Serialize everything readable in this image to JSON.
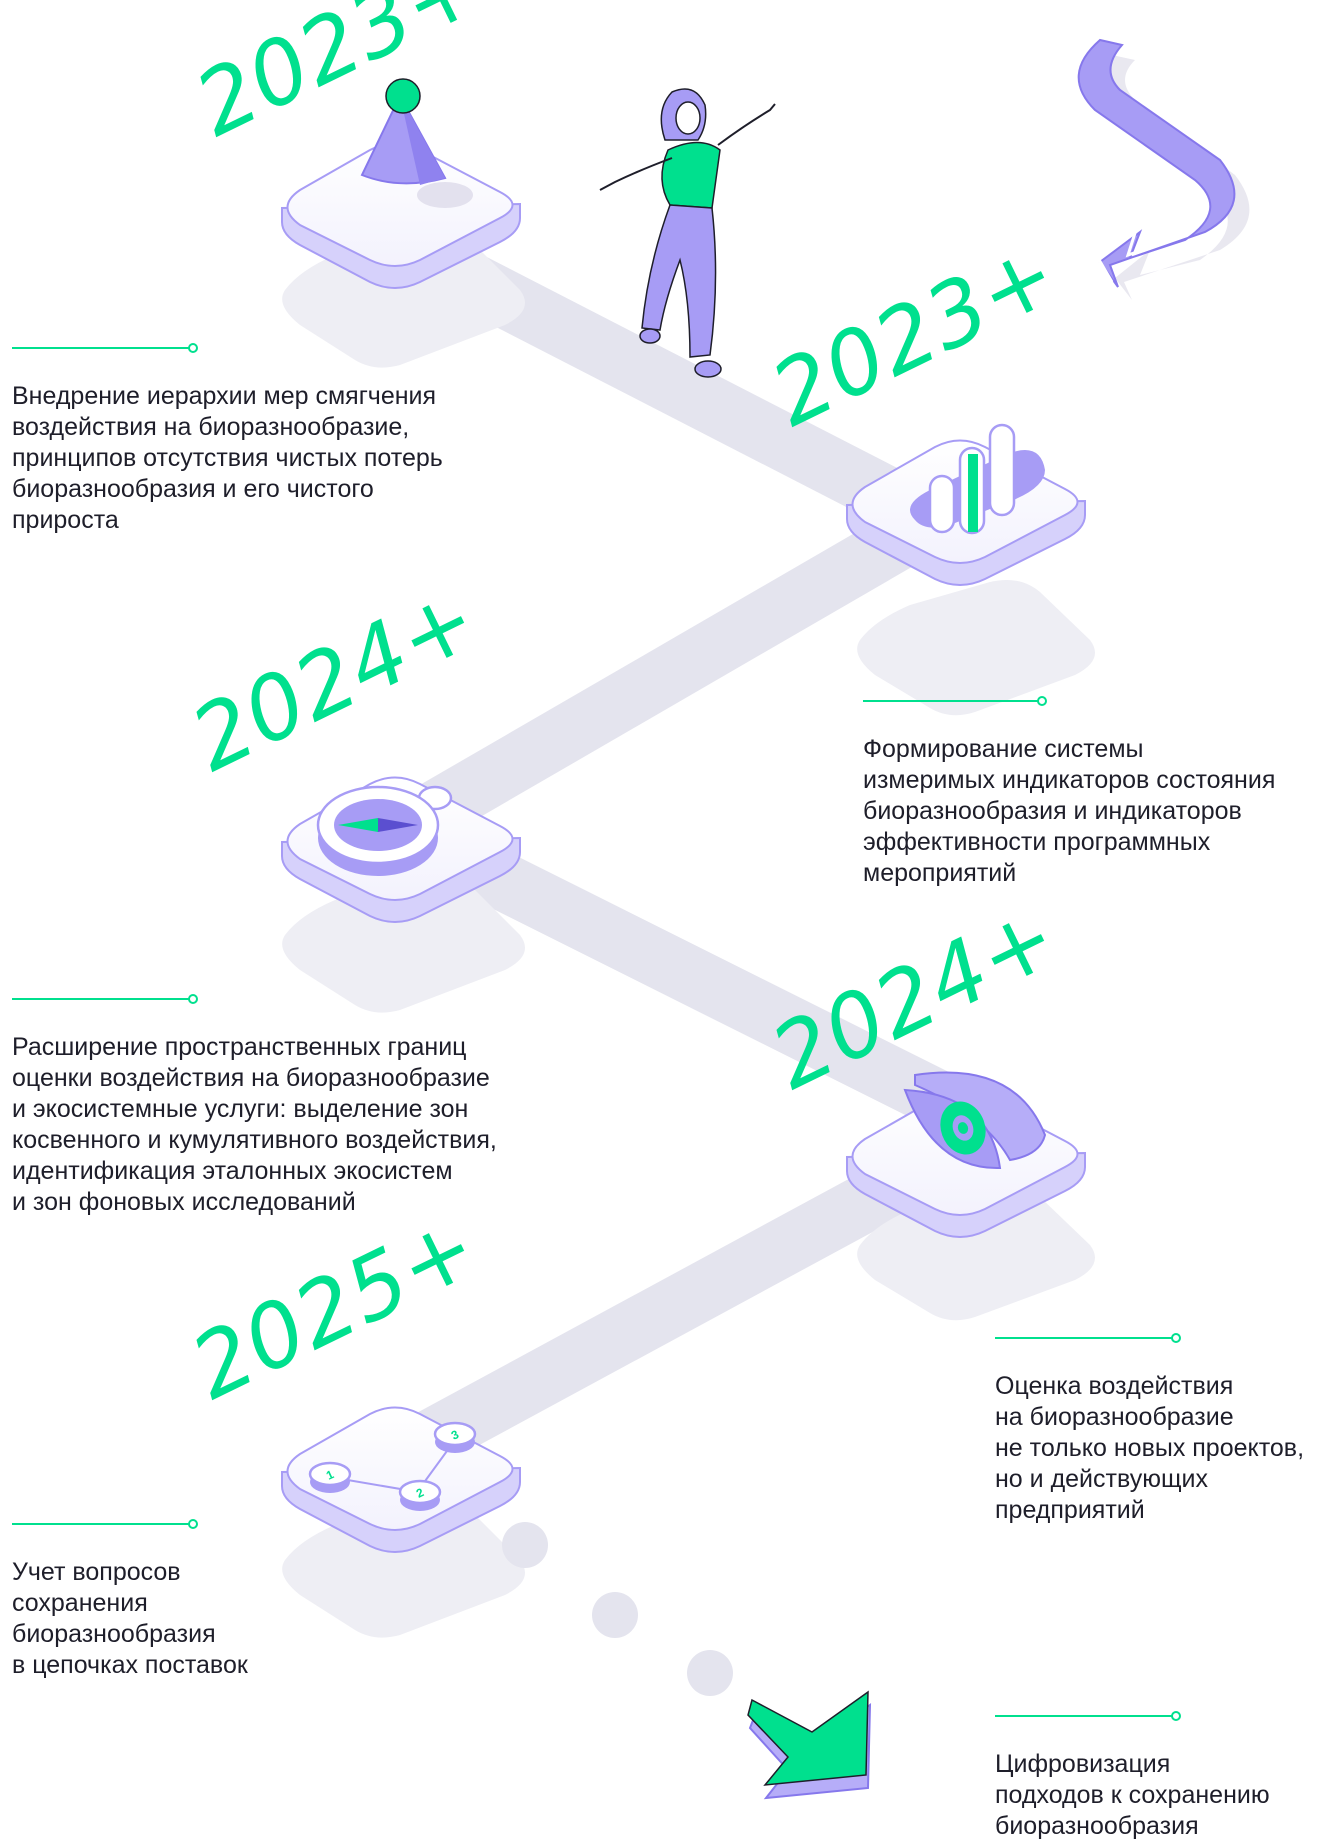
{
  "milestones": [
    {
      "year": "2023+",
      "text": "Внедрение иерархии мер смягчения\nвоздействия на биоразнообразие,\nпринципов отсутствия чистых потерь\nбиоразнообразия и его чистого\nприроста",
      "icon": "cone-pin-icon"
    },
    {
      "year": "2023+",
      "text": "Формирование системы\nизмеримых индикаторов состояния\nбиоразнообразия и индикаторов\nэффективности программных\nмероприятий",
      "icon": "bar-chart-icon"
    },
    {
      "year": "2024+",
      "text": "Расширение пространственных границ\nоценки воздействия на биоразнообразие\nи экосистемные услуги: выделение зон\nкосвенного и кумулятивного воздействия,\nидентификация эталонных экосистем\nи зон фоновых исследований",
      "icon": "compass-icon"
    },
    {
      "year": "2024+",
      "text": "Оценка воздействия\nна биоразнообразие\nне только новых проектов,\nно и действующих\nпредприятий",
      "icon": "eye-icon"
    },
    {
      "year": "2025+",
      "text": "Учет вопросов\nсохранения\nбиоразнообразия\nв цепочках поставок",
      "icon": "network-nodes-icon"
    },
    {
      "year": "",
      "text": "Цифровизация\nподходов к сохранению\nбиоразнообразия",
      "icon": "arrow-down-right-icon"
    }
  ],
  "node_labels": [
    "1",
    "2",
    "3"
  ],
  "colors": {
    "accent": "#00e08e",
    "lavender": "#a79cf5",
    "lavender_light": "#dcd7fd",
    "path": "#e6e6ef",
    "text": "#1e1e2a"
  }
}
